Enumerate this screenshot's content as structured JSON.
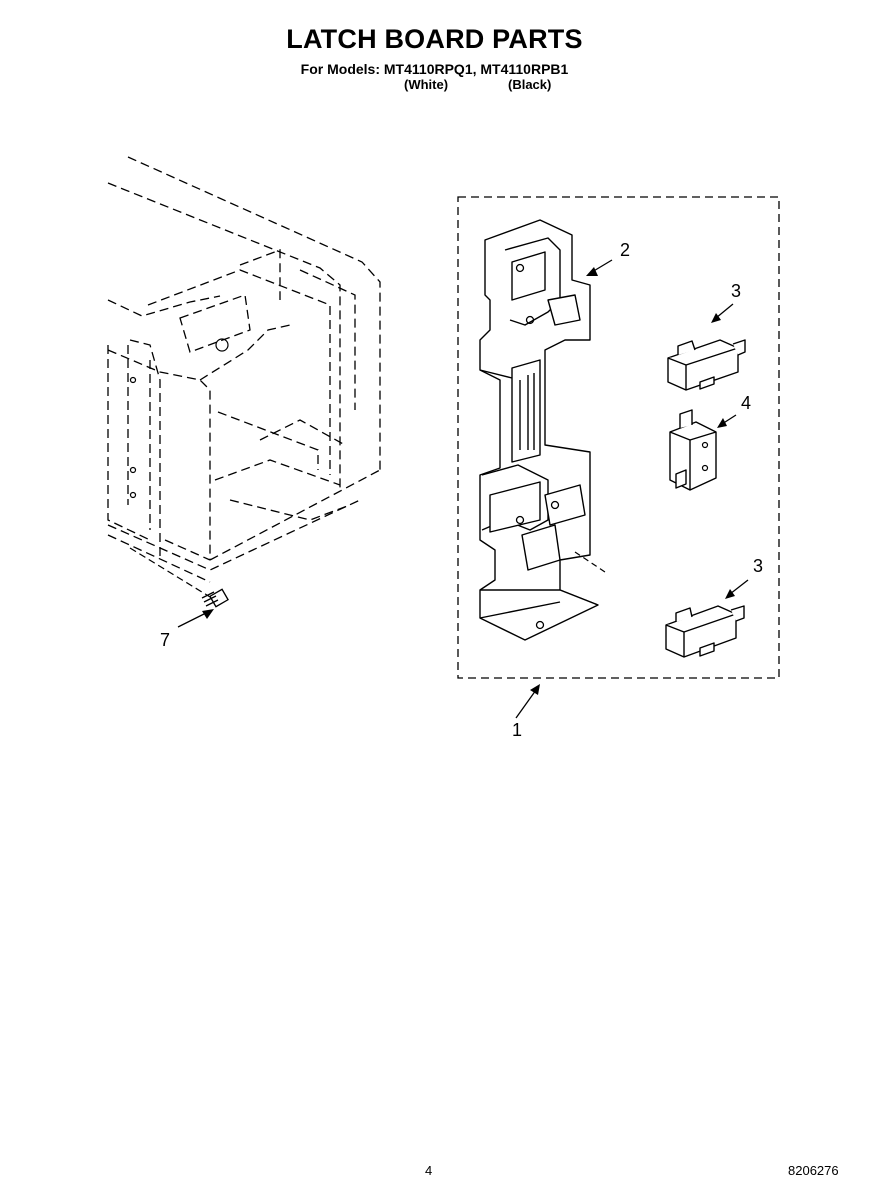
{
  "title": "LATCH BOARD PARTS",
  "subtitle": "For Models: MT4110RPQ1, MT4110RPB1",
  "variants": [
    "(White)",
    "(Black)"
  ],
  "callouts": [
    "1",
    "2",
    "3",
    "3",
    "4",
    "7"
  ],
  "footer": {
    "page_number": "4",
    "document_number": "8206276"
  }
}
